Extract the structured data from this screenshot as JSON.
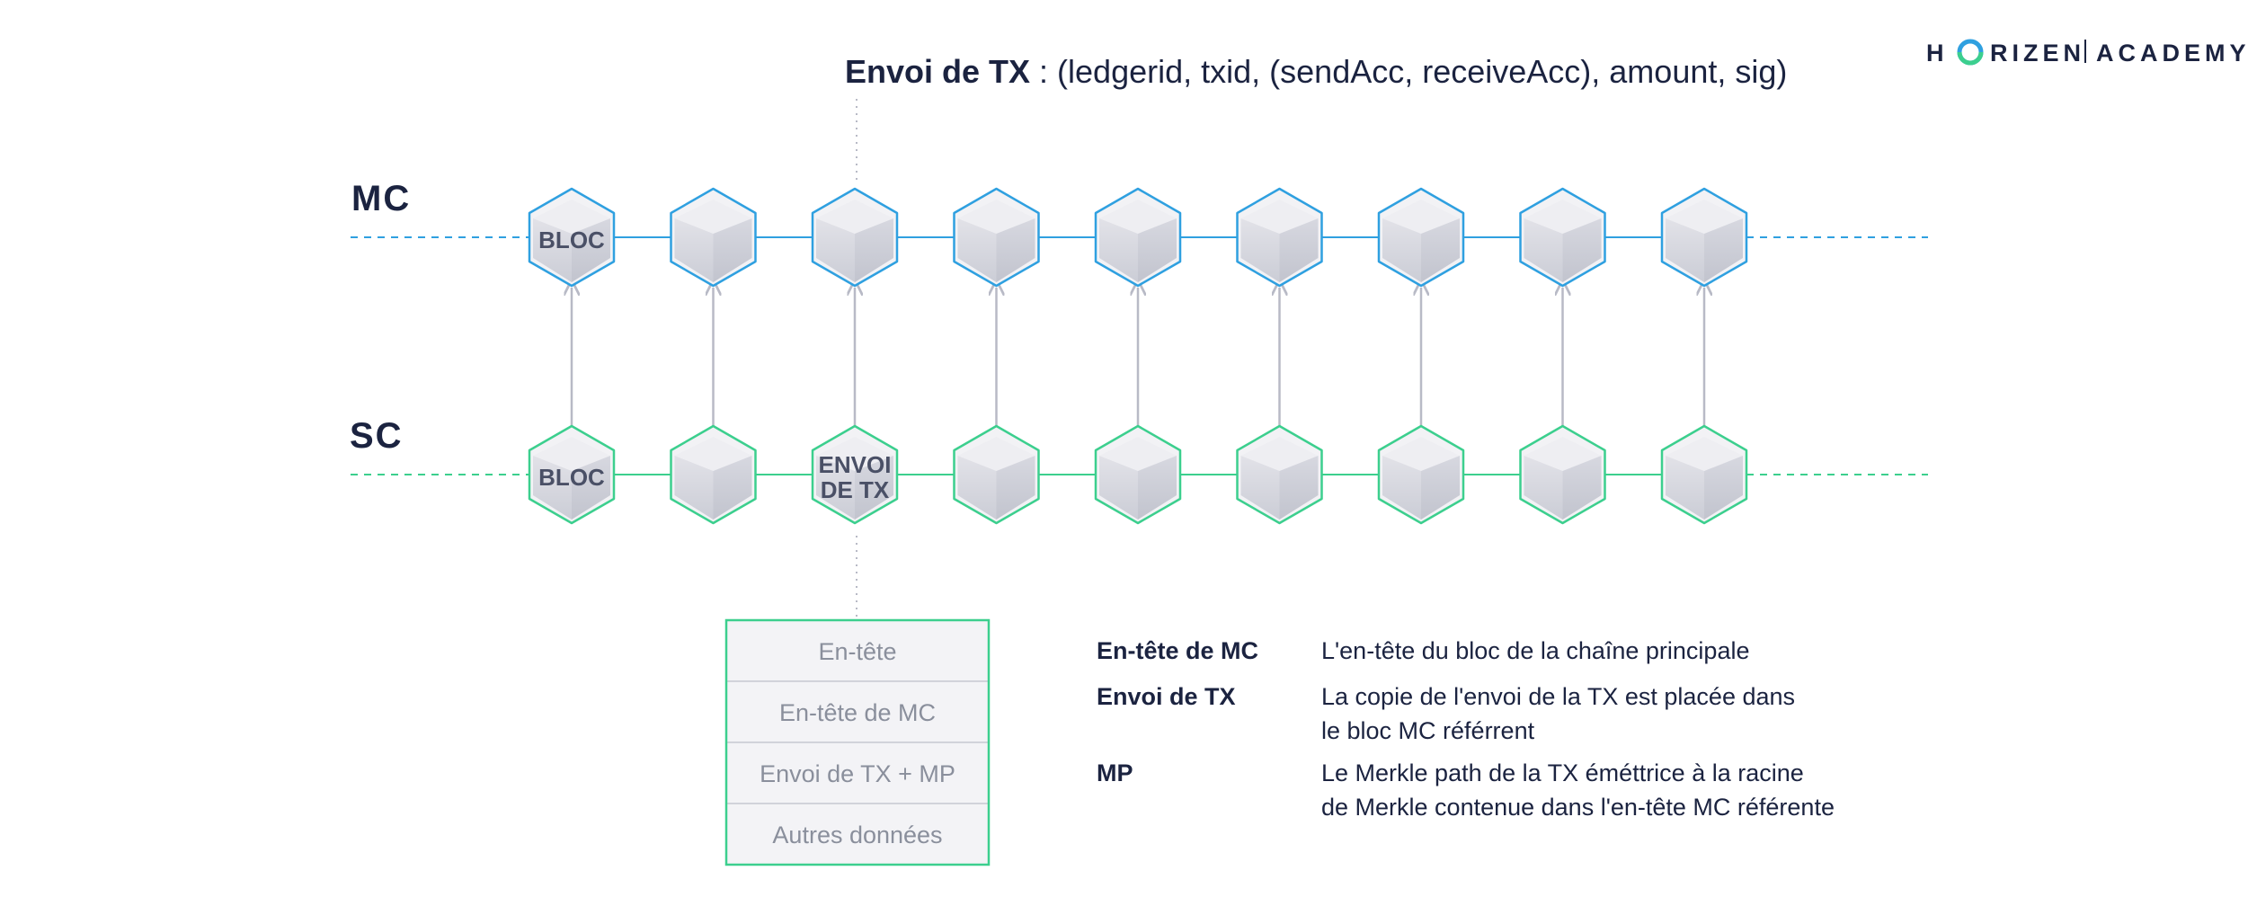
{
  "logo": {
    "brand": "HORIZEN",
    "academy": "ACADEMY"
  },
  "title": {
    "bold": "Envoi de TX",
    "rest": " : (ledgerid, txid, (sendAcc, receiveAcc), amount, sig)"
  },
  "chains": {
    "mc": {
      "label": "MC",
      "color": "#2fa0e0",
      "block_count": 9,
      "block_labels": [
        "BLOC",
        "",
        "",
        "",
        "",
        "",
        "",
        "",
        ""
      ]
    },
    "sc": {
      "label": "SC",
      "color": "#3ccf8e",
      "block_count": 9,
      "block_labels": [
        "BLOC",
        "",
        "ENVOI\nDE TX",
        "",
        "",
        "",
        "",
        "",
        ""
      ]
    }
  },
  "block_table": {
    "rows": [
      "En-tête",
      "En-tête de MC",
      "Envoi de TX + MP",
      "Autres données"
    ]
  },
  "legend": [
    {
      "term": "En-tête de MC",
      "lines": [
        "L'en-tête du bloc de la chaîne principale"
      ]
    },
    {
      "term": "Envoi de TX",
      "lines": [
        "La copie de l'envoi de la TX est placée dans",
        "le bloc MC référrent"
      ]
    },
    {
      "term": "MP",
      "lines": [
        "Le Merkle path de la TX éméttrice à la racine",
        "de Merkle contenue dans l'en-tête MC référente"
      ]
    }
  ],
  "colors": {
    "text_dark": "#1b2340",
    "arrow": "#b8bac6",
    "block_fill_top": "#ebebef",
    "block_fill_bottom": "#cfd0d9"
  }
}
